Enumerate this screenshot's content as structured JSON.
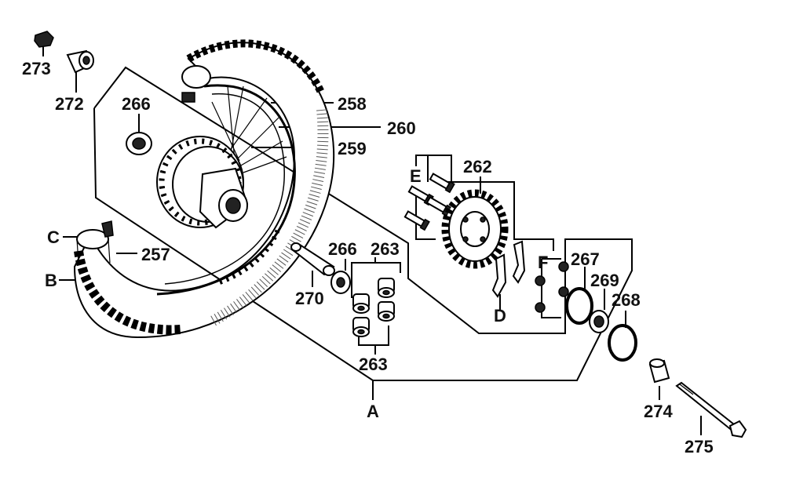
{
  "labels": {
    "p273": "273",
    "p272": "272",
    "p266a": "266",
    "p258": "258",
    "p260": "260",
    "p259": "259",
    "p262": "262",
    "pE": "E",
    "pC": "C",
    "p257": "257",
    "pB": "B",
    "p266b": "266",
    "p263a": "263",
    "p270": "270",
    "pF": "F",
    "p267": "267",
    "p269": "269",
    "p268": "268",
    "pD": "D",
    "p263b": "263",
    "pA": "A",
    "p274": "274",
    "p275": "275"
  }
}
